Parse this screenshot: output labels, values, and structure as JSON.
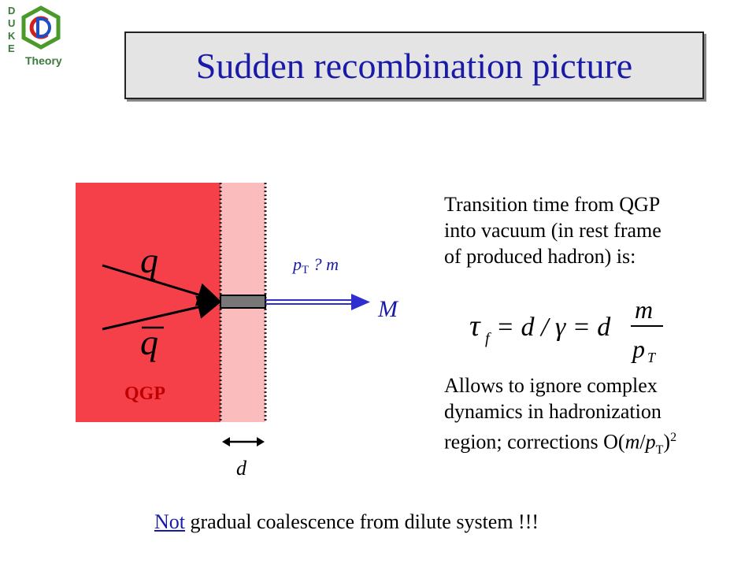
{
  "header": {
    "title": "Sudden recombination picture",
    "logo_letters": [
      "D",
      "U",
      "K",
      "E"
    ],
    "logo_word": "Theory"
  },
  "diagram": {
    "quark_label": "q",
    "antiquark_label": "q",
    "qgp_label": "QGP",
    "meson_label": "M",
    "pt_label": "p",
    "pt_sub": "T",
    "pt_relation": " ? m",
    "width_label": "d",
    "colors": {
      "qgp": "#f5404a",
      "transition": "#fbbcbe",
      "arrow": "#2f2fd0",
      "qgp_text": "#c00000",
      "hadron_bar": "#777777"
    }
  },
  "explanation": {
    "line1": "Transition time from QGP",
    "line2": "into vacuum (in rest frame",
    "line3": "of produced hadron) is:",
    "formula": {
      "tau": "τ",
      "tau_sub": "f",
      "eq1": "= d / γ = d",
      "numerator": "m",
      "denominator": "p",
      "denominator_sub": "T"
    },
    "line4": "Allows to ignore complex",
    "line5": "dynamics in hadronization",
    "line6_prefix": "region; corrections O(",
    "line6_m": "m",
    "line6_slash": "/",
    "line6_p": "p",
    "line6_sub": "T",
    "line6_close": ")",
    "line6_sup": "2"
  },
  "footer": {
    "not_word": "Not",
    "rest": " gradual coalescence from dilute system !!!"
  }
}
